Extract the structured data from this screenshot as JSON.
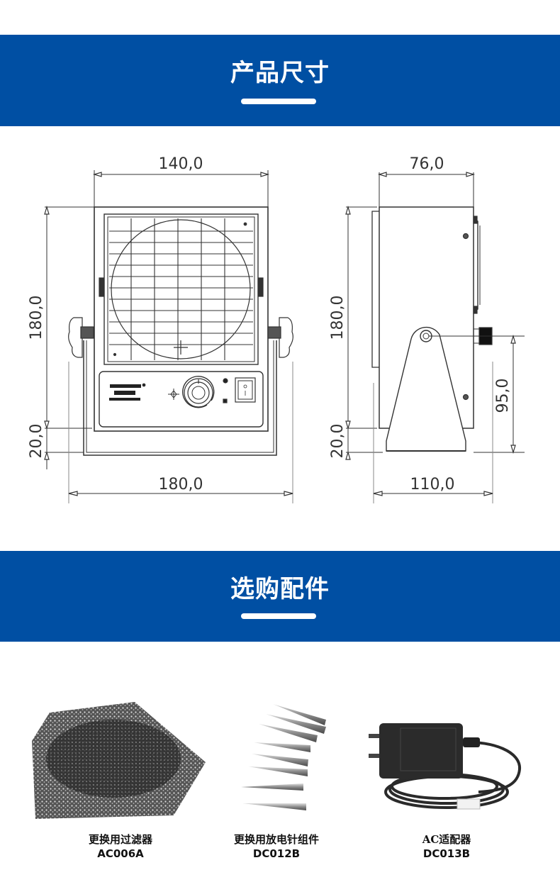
{
  "colors": {
    "banner_bg": "#004fa3",
    "banner_text": "#ffffff",
    "line": "#333333",
    "background": "#ffffff"
  },
  "sections": {
    "dimensions": {
      "title": "产品尺寸"
    },
    "accessories": {
      "title": "选购配件"
    }
  },
  "drawing": {
    "front_view": {
      "width_top": "140,0",
      "height_left": "180,0",
      "base_offset_left": "20,0",
      "width_bottom": "180,0"
    },
    "side_view": {
      "depth_top": "76,0",
      "height_left": "180,0",
      "base_offset_left": "20,0",
      "pivot_height_right": "95,0",
      "depth_bottom": "110,0"
    }
  },
  "accessories": [
    {
      "name": "更换用过滤器",
      "code": "AC006A",
      "icon": "filter-foam-image"
    },
    {
      "name": "更换用放电针组件",
      "code": "DC012B",
      "icon": "discharge-needles-image"
    },
    {
      "name": "AC适配器",
      "code": "DC013B",
      "icon": "ac-adapter-image"
    }
  ]
}
